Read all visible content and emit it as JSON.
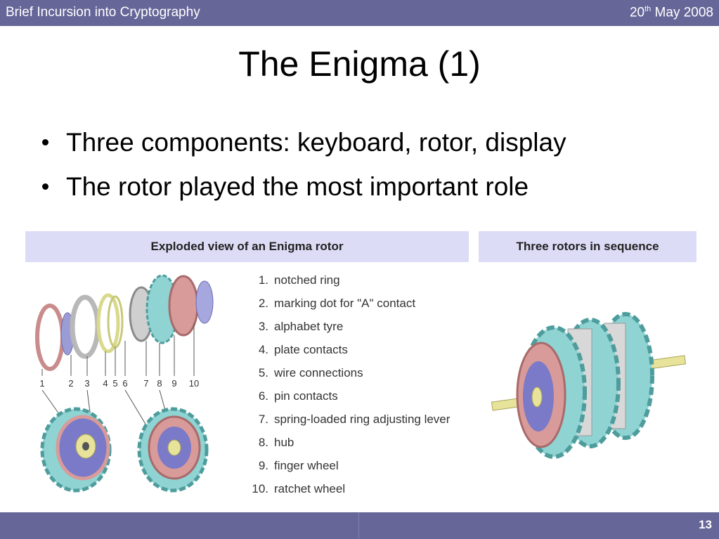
{
  "header": {
    "left_title": "Brief Incursion into Cryptography",
    "date_day": "20",
    "date_sup": "th",
    "date_rest": " May 2008"
  },
  "slide": {
    "title": "The Enigma (1)",
    "bullets": [
      "Three components: keyboard, rotor, display",
      "The rotor played the most important role"
    ]
  },
  "figure_left": {
    "heading": "Exploded view of an Enigma rotor",
    "callout_numbers": [
      "1",
      "2",
      "3",
      "4",
      "5",
      "6",
      "7",
      "8",
      "9",
      "10"
    ],
    "legend": [
      {
        "num": "1.",
        "text": "notched ring"
      },
      {
        "num": "2.",
        "text": "marking dot for \"A\" contact"
      },
      {
        "num": "3.",
        "text": "alphabet tyre"
      },
      {
        "num": "4.",
        "text": "plate contacts"
      },
      {
        "num": "5.",
        "text": "wire connections"
      },
      {
        "num": "6.",
        "text": "pin contacts"
      },
      {
        "num": "7.",
        "text": "spring-loaded ring adjusting lever"
      },
      {
        "num": "8.",
        "text": "hub"
      },
      {
        "num": "9.",
        "text": "finger wheel"
      },
      {
        "num": "10.",
        "text": "ratchet wheel"
      }
    ]
  },
  "figure_right": {
    "heading": "Three rotors in sequence"
  },
  "footer": {
    "page_number": "13"
  },
  "colors": {
    "bar": "#666699",
    "panel_header": "#dcdcf7",
    "rotor_teal": "#8fd3d3",
    "rotor_pink": "#d99a9a",
    "axle_yellow": "#e8e39a"
  }
}
